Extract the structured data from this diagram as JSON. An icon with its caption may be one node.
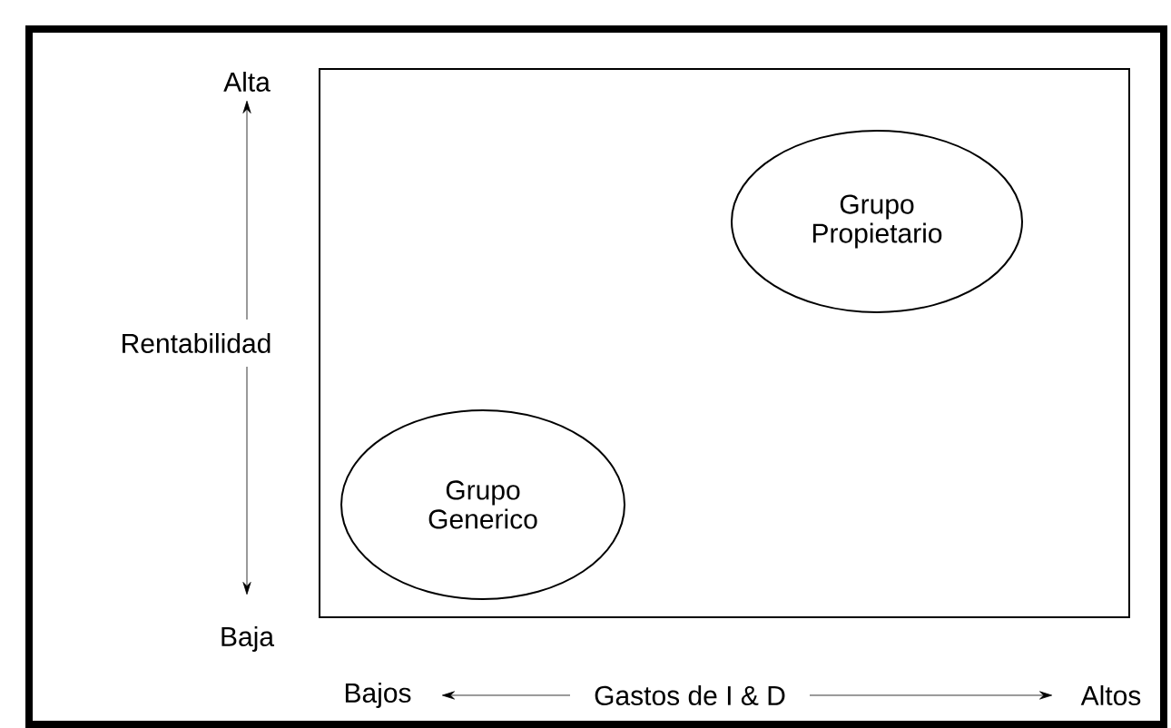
{
  "diagram": {
    "nodes": [
      {
        "text": [],
        "shape": "box"
      },
      {
        "text": [
          "Grupo Propietario"
        ],
        "in": 0
      },
      {
        "text": [
          "Grupo Generico"
        ],
        "in": 0
      }
    ],
    "labels": [
      "Alta",
      "Rentabilidad",
      "Baja",
      "Bajos",
      "Gastos de I & D",
      "Altos"
    ]
  }
}
